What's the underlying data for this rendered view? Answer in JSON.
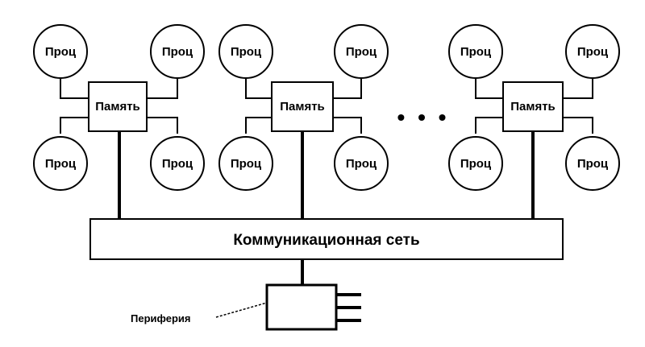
{
  "labels": {
    "processor": "Проц",
    "memory": "Память",
    "network": "Коммуникационная сеть",
    "peripheral": "Периферия",
    "ellipsis": "• • •"
  },
  "nodes": [
    {
      "memory": "Память",
      "processors": [
        "Проц",
        "Проц",
        "Проц",
        "Проц"
      ]
    },
    {
      "memory": "Память",
      "processors": [
        "Проц",
        "Проц",
        "Проц",
        "Проц"
      ]
    },
    {
      "memory": "Память",
      "processors": [
        "Проц",
        "Проц",
        "Проц",
        "Проц"
      ]
    }
  ]
}
